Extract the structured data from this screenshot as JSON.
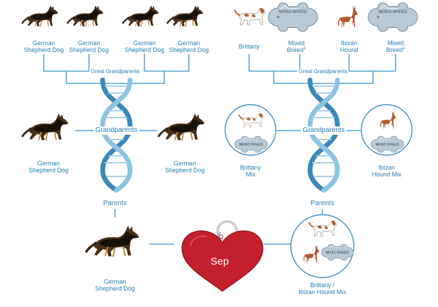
{
  "left": {
    "great_grandparents": [
      {
        "line1": "German",
        "line2": "Shepherd Dog",
        "icon": "german-shepherd-icon"
      },
      {
        "line1": "German",
        "line2": "Shepherd Dog",
        "icon": "german-shepherd-icon"
      },
      {
        "line1": "German",
        "line2": "Shepherd Dog",
        "icon": "german-shepherd-icon"
      },
      {
        "line1": "German",
        "line2": "Shepherd Dog",
        "icon": "german-shepherd-icon"
      }
    ],
    "great_grandparents_label": "Great Grandparents",
    "grandparents_label": "Grandparents",
    "grandparents": [
      {
        "line1": "German",
        "line2": "Shepherd Dog",
        "icon": "german-shepherd-icon"
      },
      {
        "line1": "German",
        "line2": "Shepherd Dog",
        "icon": "german-shepherd-icon"
      }
    ],
    "parents_label": "Parents",
    "parent": {
      "line1": "German",
      "line2": "Shepherd Dog",
      "icon": "german-shepherd-icon"
    }
  },
  "right": {
    "great_grandparents": [
      {
        "line1": "Brittany",
        "line2": "",
        "icon": "brittany-dog-icon"
      },
      {
        "line1": "Mixed",
        "line2": "Breed",
        "sup": "1",
        "icon": "mixed-breed-tag-icon"
      },
      {
        "line1": "Ibizan",
        "line2": "Hound",
        "icon": "ibizan-hound-icon"
      },
      {
        "line1": "Mixed",
        "line2": "Breed",
        "sup": "1",
        "icon": "mixed-breed-tag-icon"
      }
    ],
    "great_grandparents_label": "Great Grandparents",
    "grandparents_label": "Grandparents",
    "grandparents": [
      {
        "line1": "Brittany",
        "line2": "Mix"
      },
      {
        "line1": "Ibizan",
        "line2": "Hound Mix"
      }
    ],
    "parents_label": "Parents",
    "parent": {
      "line1": "Brittany /",
      "line2": "Ibizan Hound Mix"
    }
  },
  "tag_text": "MIXED BREED",
  "subject_name": "Sep",
  "colors": {
    "line": "#2e8fcc",
    "label": "#1f7fb5",
    "dna": "#5aa6d4",
    "heart": "#c41f2c",
    "circle": "#3d8fc6",
    "tag": "#b9cad6"
  }
}
